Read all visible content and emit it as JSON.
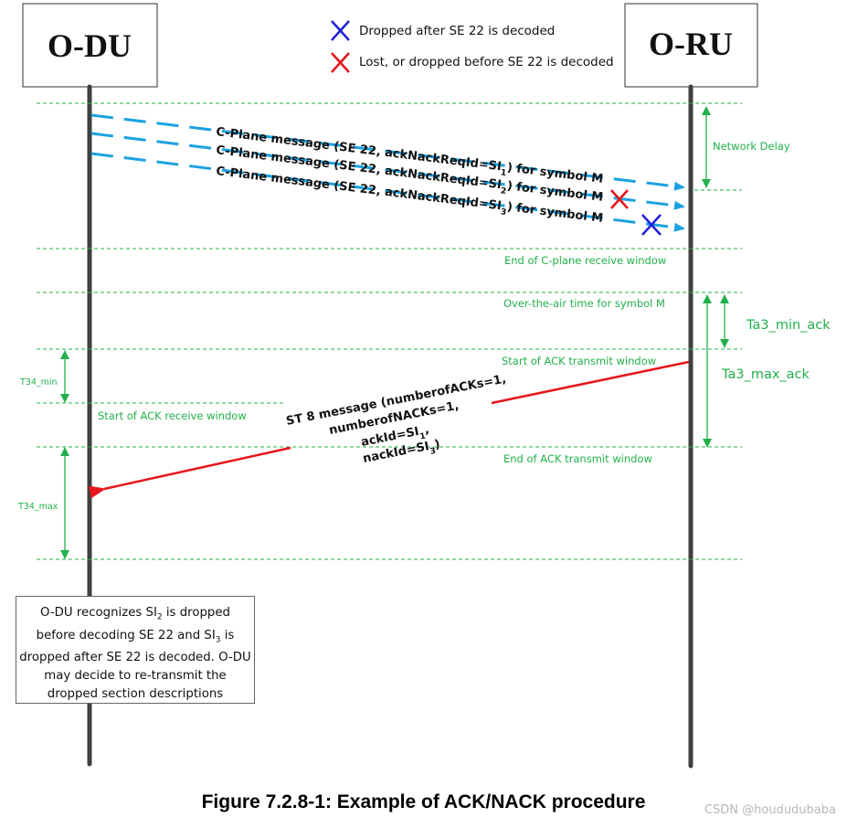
{
  "actors": {
    "odu": "O-DU",
    "oru": "O-RU"
  },
  "legend": {
    "dropped_after": "Dropped after SE 22 is decoded",
    "lost_before": "Lost, or dropped before SE 22 is decoded",
    "blue_color": "#1f1fd6",
    "red_color": "#e8141c"
  },
  "messages": {
    "cplane_1": "C-Plane message (SE 22, ackNackReqId=SI",
    "cplane_sub_1": "1",
    "cplane_2": "C-Plane message (SE 22, ackNackReqId=SI",
    "cplane_sub_2": "2",
    "cplane_3": "C-Plane message (SE 22, ackNackReqId=SI",
    "cplane_sub_3": "3",
    "cplane_tail": ") for symbol M",
    "st8_line1": "ST 8 message (numberofACKs=1,",
    "st8_line2": "numberofNACKs=1,",
    "st8_line3": "ackId=SI",
    "st8_line3_sub": "1",
    "st8_line3_tail": ",",
    "st8_line4": "nackId=SI",
    "st8_line4_sub": "3",
    "st8_line4_tail": ")"
  },
  "labels": {
    "network_delay": "Network Delay",
    "end_cplane_window": "End of C-plane receive window",
    "ota_time": "Over-the-air time for symbol M",
    "start_ack_tx": "Start of ACK transmit window",
    "start_ack_rx": "Start of ACK receive window",
    "end_ack_tx": "End of ACK transmit window",
    "t34_min": "T34_min",
    "t34_max": "T34_max",
    "ta3_min_ack": "Ta3_min_ack",
    "ta3_max_ack": "Ta3_max_ack"
  },
  "note": {
    "l1_a": "O-DU recognizes SI",
    "l1_sub": "2",
    "l1_b": " is dropped",
    "l2_a": "before decoding SE 22 and SI",
    "l2_sub": "3",
    "l2_b": " is",
    "l3": "dropped after SE 22 is decoded. O-DU",
    "l4": "may decide to re-transmit the",
    "l5": "dropped section descriptions"
  },
  "caption": "Figure 7.2.8-1: Example of ACK/NACK procedure",
  "watermark": "CSDN @hoududubaba",
  "colors": {
    "timing_green": "#22b04a",
    "cplane_blue": "#1ba1e2",
    "st8_red": "#e8141c",
    "lifeline": "#404040"
  }
}
